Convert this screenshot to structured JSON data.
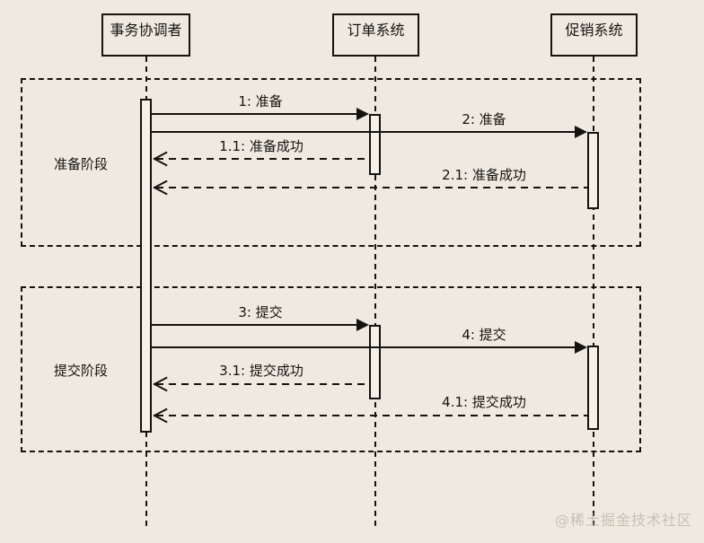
{
  "diagram": {
    "title": "two-phase-commit-sequence-diagram",
    "participants": [
      {
        "id": "coordinator",
        "label": "事务协调者"
      },
      {
        "id": "order-system",
        "label": "订单系统"
      },
      {
        "id": "promo-system",
        "label": "促销系统"
      }
    ],
    "phases": [
      {
        "id": "prepare",
        "label": "准备阶段"
      },
      {
        "id": "commit",
        "label": "提交阶段"
      }
    ],
    "messages": [
      {
        "label": "1: 准备",
        "type": "sync",
        "from": "coordinator",
        "to": "order-system"
      },
      {
        "label": "2: 准备",
        "type": "sync",
        "from": "coordinator",
        "to": "promo-system"
      },
      {
        "label": "1.1: 准备成功",
        "type": "return",
        "from": "order-system",
        "to": "coordinator"
      },
      {
        "label": "2.1: 准备成功",
        "type": "return",
        "from": "promo-system",
        "to": "coordinator"
      },
      {
        "label": "3: 提交",
        "type": "sync",
        "from": "coordinator",
        "to": "order-system"
      },
      {
        "label": "4: 提交",
        "type": "sync",
        "from": "coordinator",
        "to": "promo-system"
      },
      {
        "label": "3.1: 提交成功",
        "type": "return",
        "from": "order-system",
        "to": "coordinator"
      },
      {
        "label": "4.1: 提交成功",
        "type": "return",
        "from": "promo-system",
        "to": "coordinator"
      }
    ],
    "watermark": "@稀土掘金技术社区",
    "colors": {
      "background": "#efeae1",
      "line": "#16130f",
      "activation_fill": "#f5f1e9",
      "watermark": "#c6bfb2"
    }
  }
}
